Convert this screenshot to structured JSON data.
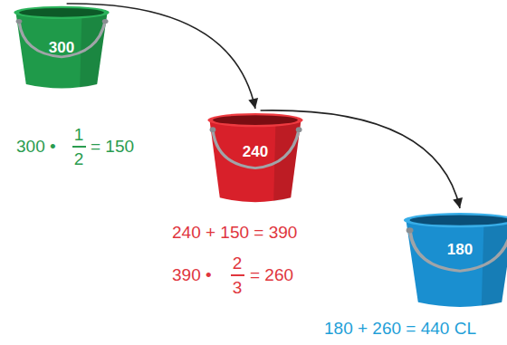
{
  "diagram": {
    "nodes": [
      {
        "text": [
          "300"
        ]
      },
      {
        "text": [
          "240"
        ]
      },
      {
        "text": [
          "180"
        ]
      }
    ],
    "edges": [
      {
        "from": 0,
        "to": 1,
        "arrow": "to"
      },
      {
        "from": 1,
        "to": 2,
        "arrow": "to"
      }
    ],
    "labels": [
      "300 •",
      "1",
      "2",
      "= 150",
      "240 + 150 = 390",
      "390 •",
      "2",
      "3",
      "= 260",
      "180 + 260 = 440 CL"
    ]
  }
}
